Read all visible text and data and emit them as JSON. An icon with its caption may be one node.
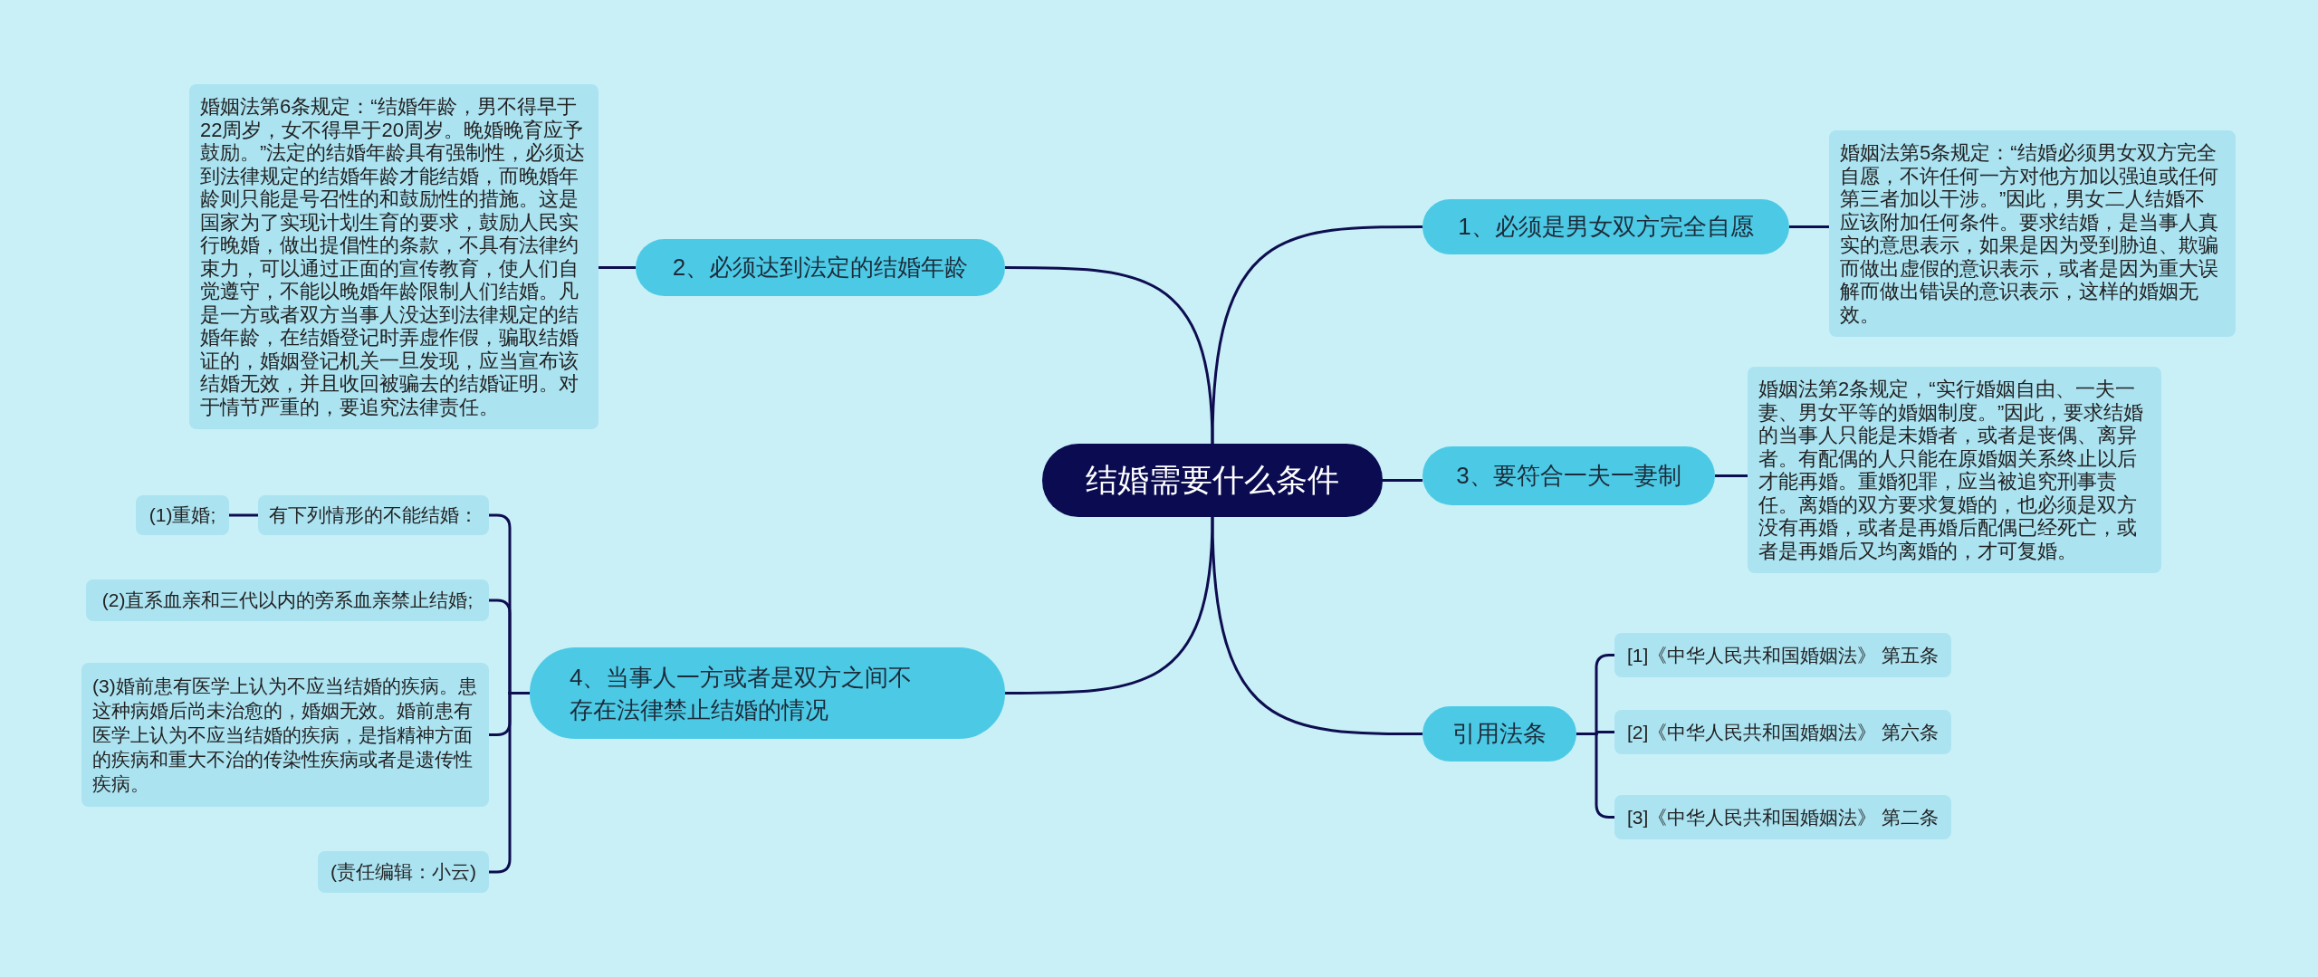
{
  "diagram": {
    "nodes": [
      {
        "text": [
          "结婚需要什么条件"
        ]
      },
      {
        "text": [
          "1、必须是男女双方完全自愿"
        ]
      },
      {
        "text": [
          "婚姻法第5条规定：“结婚必须男女双方完全自愿，不许任何一方对他方加以强迫或任何第三者加以干涉。”因此，男女二人结婚不应该附加任何条件。要求结婚，是当事人真实的意思表示，如果是因为受到胁迫、欺骗而做出虚假的意识表示，或者是因为重大误解而做出错误的意识表示，这样的婚姻无效。"
        ]
      },
      {
        "text": [
          "2、必须达到法定的结婚年龄"
        ]
      },
      {
        "text": [
          "婚姻法第6条规定：“结婚年龄，男不得早于22周岁，女不得早于20周岁。晚婚晚育应予鼓励。”法定的结婚年龄具有强制性，必须达到法律规定的结婚年龄才能结婚，而晚婚年龄则只能是号召性的和鼓励性的措施。这是国家为了实现计划生育的要求，鼓励人民实行晚婚，做出提倡性的条款，不具有法律约束力，可以通过正面的宣传教育，使人们自觉遵守，不能以晚婚年龄限制人们结婚。凡是一方或者双方当事人没达到法律规定的结婚年龄，在结婚登记时弄虚作假，骗取结婚证的，婚姻登记机关一旦发现，应当宣布该结婚无效，并且收回被骗去的结婚证明。对于情节严重的，要追究法律责任。"
        ]
      },
      {
        "text": [
          "3、要符合一夫一妻制"
        ]
      },
      {
        "text": [
          "婚姻法第2条规定，“实行婚姻自由、一夫一妻、男女平等的婚姻制度。”因此，要求结婚的当事人只能是未婚者，或者是丧偶、离异者。有配偶的人只能在原婚姻关系终止以后才能再婚。重婚犯罪，应当被追究刑事责任。离婚的双方要求复婚的，也必须是双方没有再婚，或者是再婚后配偶已经死亡，或者是再婚后又均离婚的，才可复婚。"
        ]
      },
      {
        "text": [
          "4、当事人一方或者是双方之间不存在法律禁止结婚的情况"
        ]
      },
      {
        "text": [
          "有下列情形的不能结婚："
        ]
      },
      {
        "text": [
          "(1)重婚;"
        ]
      },
      {
        "text": [
          "(2)直系血亲和三代以内的旁系血亲禁止结婚;"
        ]
      },
      {
        "text": [
          "(3)婚前患有医学上认为不应当结婚的疾病。患这种病婚后尚未治愈的，婚姻无效。婚前患有医学上认为不应当结婚的疾病，是指精神方面的疾病和重大不治的传染性疾病或者是遗传性疾病。"
        ]
      },
      {
        "text": [
          "(责任编辑：小云)"
        ]
      },
      {
        "text": [
          "引用法条"
        ]
      },
      {
        "text": [
          "[1]《中华人民共和国婚姻法》 第五条"
        ]
      },
      {
        "text": [
          "[2]《中华人民共和国婚姻法》 第六条"
        ]
      },
      {
        "text": [
          "[3]《中华人民共和国婚姻法》 第二条"
        ]
      }
    ],
    "edges": [
      {
        "from": 0,
        "to": 1,
        "arrow": "none"
      },
      {
        "from": 1,
        "to": 2,
        "arrow": "none"
      },
      {
        "from": 0,
        "to": 3,
        "arrow": "none"
      },
      {
        "from": 3,
        "to": 4,
        "arrow": "none"
      },
      {
        "from": 0,
        "to": 5,
        "arrow": "none"
      },
      {
        "from": 5,
        "to": 6,
        "arrow": "none"
      },
      {
        "from": 0,
        "to": 7,
        "arrow": "none"
      },
      {
        "from": 7,
        "to": 8,
        "arrow": "none"
      },
      {
        "from": 8,
        "to": 9,
        "arrow": "none"
      },
      {
        "from": 7,
        "to": 10,
        "arrow": "none"
      },
      {
        "from": 7,
        "to": 11,
        "arrow": "none"
      },
      {
        "from": 7,
        "to": 12,
        "arrow": "none"
      },
      {
        "from": 0,
        "to": 13,
        "arrow": "none"
      },
      {
        "from": 13,
        "to": 14,
        "arrow": "none"
      },
      {
        "from": 13,
        "to": 15,
        "arrow": "none"
      },
      {
        "from": 13,
        "to": 16,
        "arrow": "none"
      }
    ]
  }
}
